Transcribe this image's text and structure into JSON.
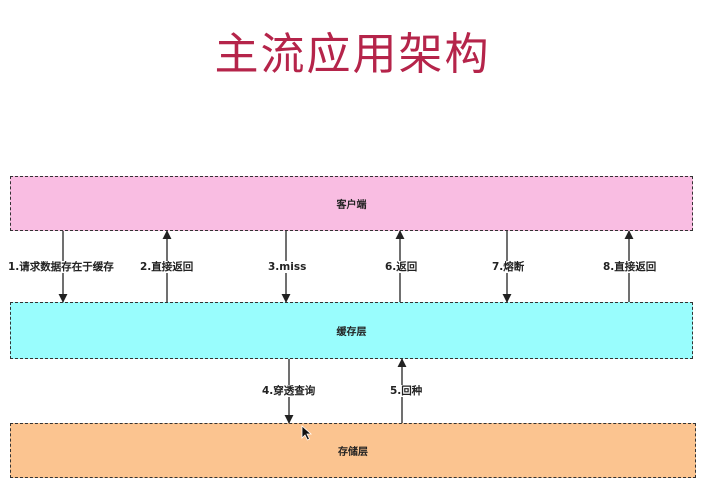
{
  "slide": {
    "title": "主流应用架构",
    "title_color": "#b5244a"
  },
  "layers": {
    "client": {
      "label": "客户端",
      "fill": "#f9bde2"
    },
    "cache": {
      "label": "缓存层",
      "fill": "#99fdfd"
    },
    "storage": {
      "label": "存储层",
      "fill": "#fbc490"
    }
  },
  "flows": [
    {
      "label": "1.请求数据存在于缓存",
      "direction": "down",
      "from": "client",
      "to": "cache"
    },
    {
      "label": "2.直接返回",
      "direction": "up",
      "from": "cache",
      "to": "client"
    },
    {
      "label": "3.miss",
      "direction": "down",
      "from": "client",
      "to": "cache"
    },
    {
      "label": "6.返回",
      "direction": "up",
      "from": "cache",
      "to": "client"
    },
    {
      "label": "7.熔断",
      "direction": "down",
      "from": "client",
      "to": "cache"
    },
    {
      "label": "8.直接返回",
      "direction": "up",
      "from": "cache",
      "to": "client"
    },
    {
      "label": "4.穿透查询",
      "direction": "down",
      "from": "cache",
      "to": "storage"
    },
    {
      "label": "5.回种",
      "direction": "up",
      "from": "storage",
      "to": "cache"
    }
  ],
  "icons": {
    "cursor": "mouse-pointer-icon"
  }
}
